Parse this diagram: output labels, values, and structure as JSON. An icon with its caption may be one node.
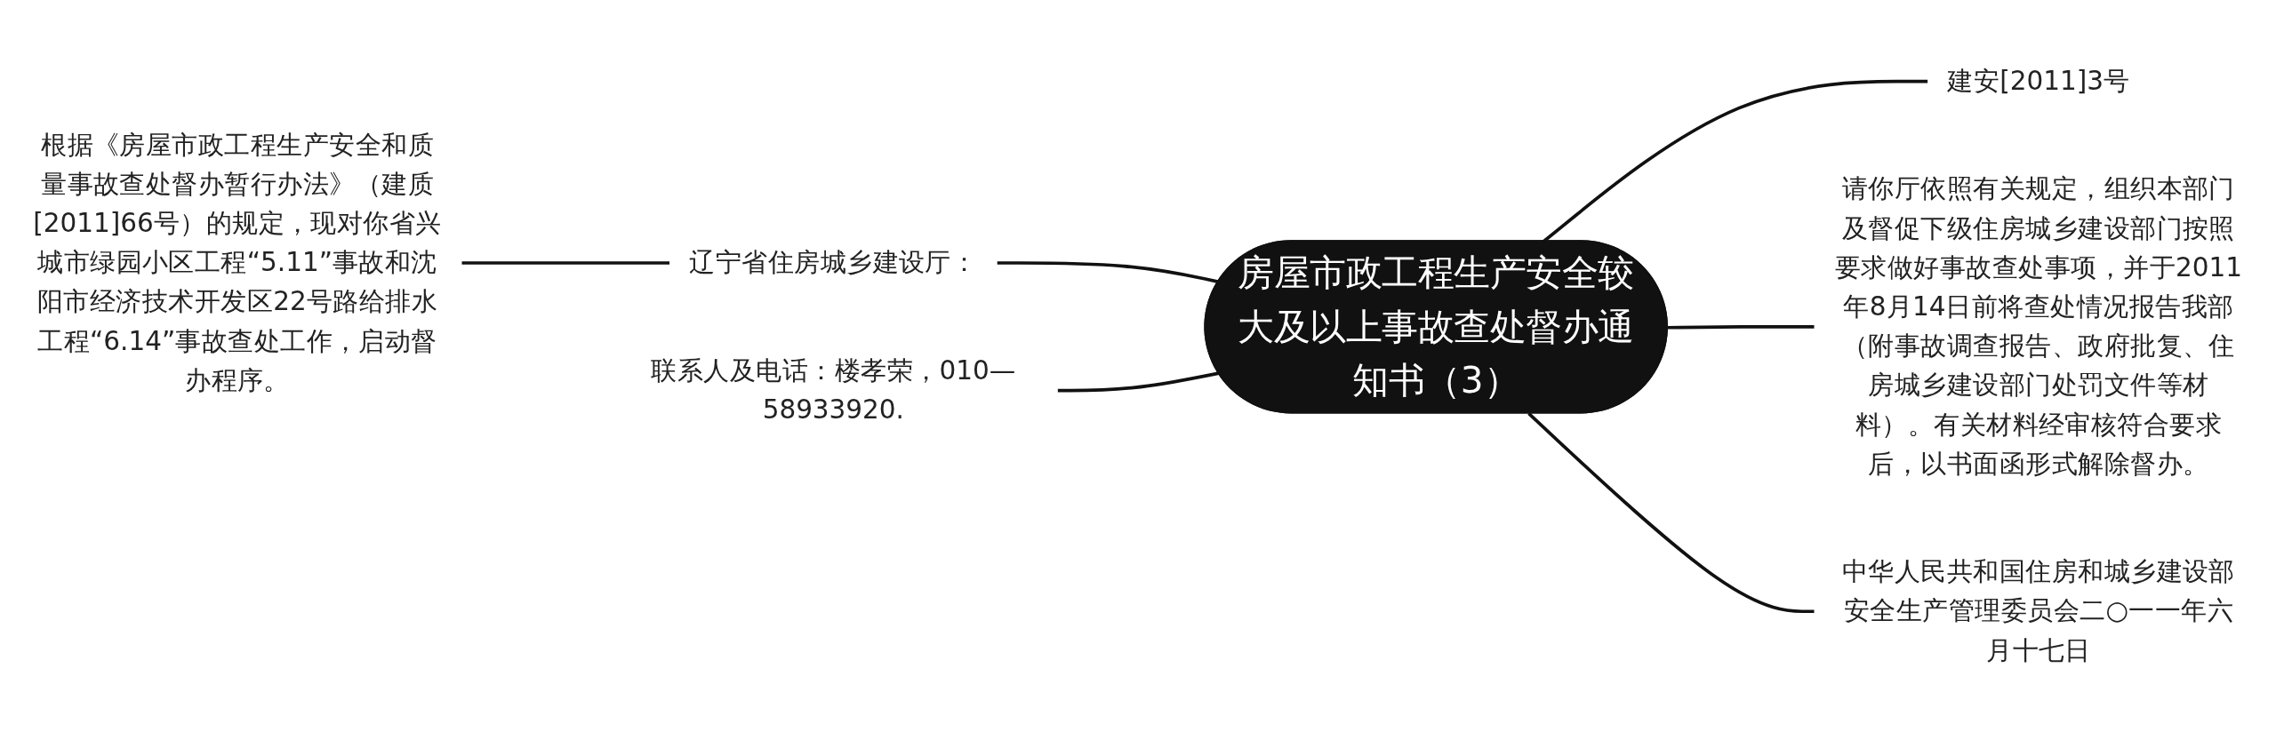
{
  "diagram": {
    "nodes": [
      {
        "text": [
          "房屋市政工程生产安全较大及以上事故查处督办通知书（3）"
        ]
      },
      {
        "text": [
          "辽宁省住房城乡建设厅："
        ]
      },
      {
        "text": [
          "根据《房屋市政工程生产安全和质量事故查处督办暂行办法》（建质[2011]66号）的规定，现对你省兴城市绿园小区工程“5.11”事故和沈阳市经济技术开发区22号路给排水工程“6.14”事故查处工作，启动督办程序。"
        ]
      },
      {
        "text": [
          "联系人及电话：楼孝荣，010—58933920."
        ]
      },
      {
        "text": [
          "建安[2011]3号"
        ]
      },
      {
        "text": [
          "请你厅依照有关规定，组织本部门及督促下级住房城乡建设部门按照要求做好事故查处事项，并于2011年8月14日前将查处情况报告我部（附事故调查报告、政府批复、住房城乡建设部门处罚文件等材料）。有关材料经审核符合要求后，以书面函形式解除督办。"
        ]
      },
      {
        "text": [
          "中华人民共和国住房和城乡建设部安全生产管理委员会二○一一年六月十七日"
        ]
      }
    ],
    "edges": [
      {
        "from": 1,
        "to": 0,
        "arrow": "none"
      },
      {
        "from": 2,
        "to": 1,
        "arrow": "none"
      },
      {
        "from": 3,
        "to": 0,
        "arrow": "none"
      },
      {
        "from": 0,
        "to": 4,
        "arrow": "none"
      },
      {
        "from": 0,
        "to": 5,
        "arrow": "none"
      },
      {
        "from": 0,
        "to": 6,
        "arrow": "none"
      }
    ]
  }
}
